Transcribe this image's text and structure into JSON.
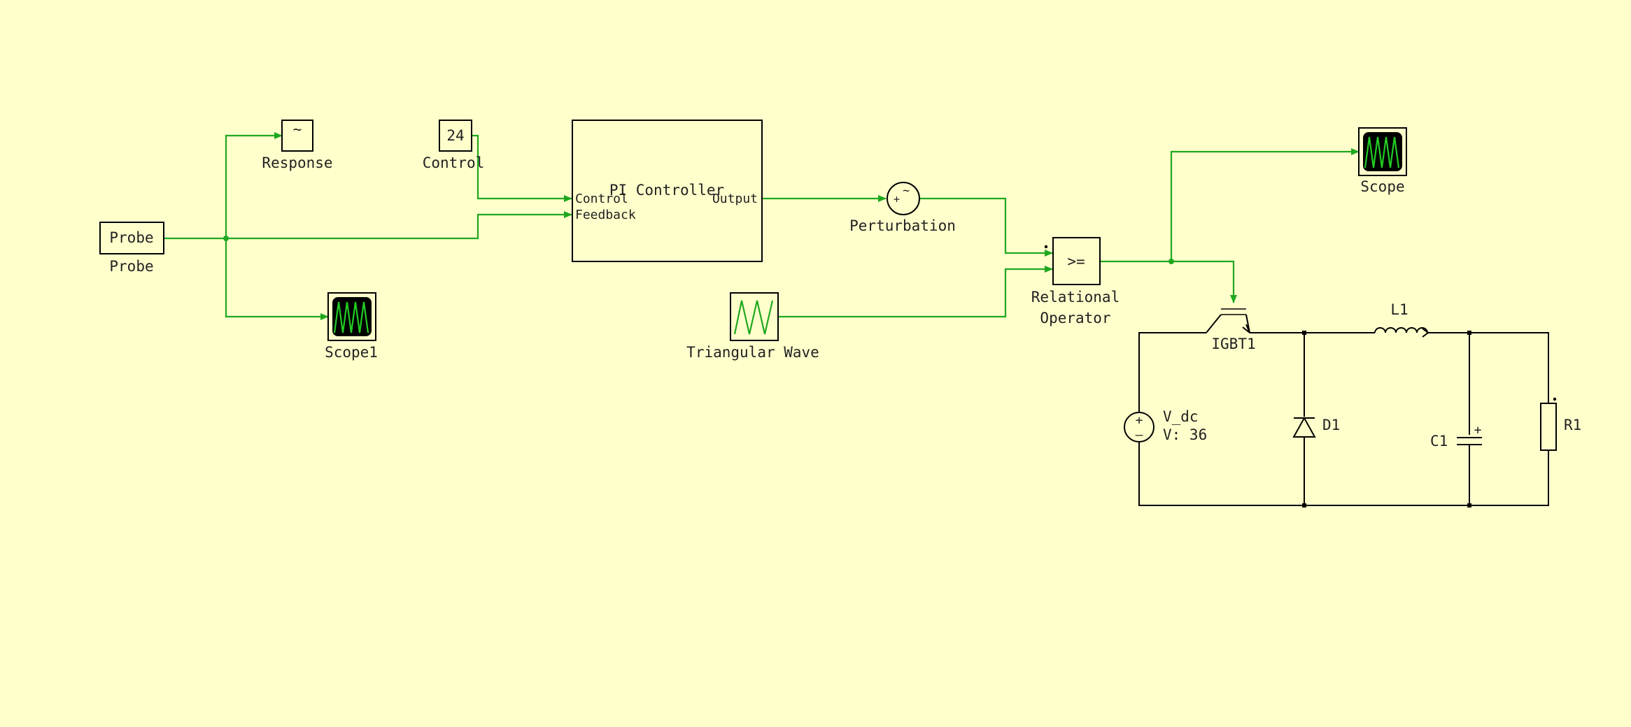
{
  "colors": {
    "canvas_bg": "#FFFFCC",
    "signal_wire": "#1FA81F",
    "electrical_wire": "#000000",
    "scope_screen": "#000000",
    "scope_trace": "#22CC22"
  },
  "blocks": {
    "probe": {
      "content": "Probe",
      "label": "Probe"
    },
    "response": {
      "content": "~",
      "label": "Response"
    },
    "scope1": {
      "label": "Scope1"
    },
    "control": {
      "content": "24",
      "label": "Control"
    },
    "pi_controller": {
      "title": "PI Controller",
      "port_control": "Control",
      "port_feedback": "Feedback",
      "port_output": "Output"
    },
    "perturbation": {
      "plus": "+",
      "symbol": "~",
      "label": "Perturbation"
    },
    "triangular_wave": {
      "label": "Triangular Wave"
    },
    "relational_operator": {
      "symbol": ">=",
      "label_line1": "Relational",
      "label_line2": "Operator"
    },
    "scope": {
      "label": "Scope"
    }
  },
  "circuit": {
    "igbt": {
      "label": "IGBT1"
    },
    "inductor": {
      "label": "L1"
    },
    "source": {
      "label": "V_dc",
      "value": "V: 36",
      "plus": "+",
      "minus": "–"
    },
    "diode": {
      "label": "D1"
    },
    "capacitor": {
      "label": "C1",
      "plus": "+"
    },
    "resistor": {
      "label": "R1"
    }
  }
}
